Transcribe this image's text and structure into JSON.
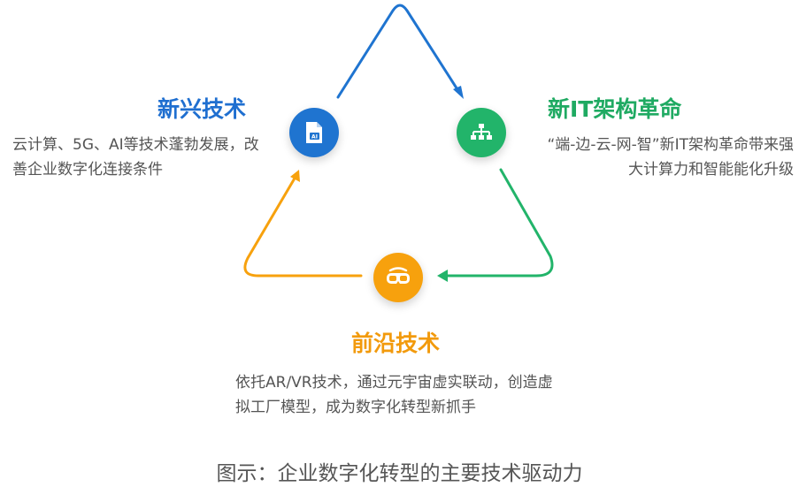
{
  "nodes": {
    "emerging": {
      "title": "新兴技术",
      "desc": "云计算、5G、AI等技术蓬勃发展，改善企业数字化连接条件",
      "badge": "AI",
      "color": "#1f74d0",
      "icon": "ai-file-icon"
    },
    "new_it": {
      "title": "新IT架构革命",
      "desc": "“端-边-云-网-智”新IT架构革命带来强大计算力和智能能化升级",
      "color": "#22b46a",
      "icon": "network-hierarchy-icon"
    },
    "frontier": {
      "title": "前沿技术",
      "desc": "依托AR/VR技术，通过元宇宙虚实联动，创造虚拟工厂模型，成为数字化转型新抓手",
      "color": "#f7a10d",
      "icon": "vr-headset-icon"
    }
  },
  "caption": "图示：企业数字化转型的主要技术驱动力",
  "arrow_colors": {
    "blue": "#1f74d0",
    "green": "#22b46a",
    "orange": "#f7a10d"
  }
}
